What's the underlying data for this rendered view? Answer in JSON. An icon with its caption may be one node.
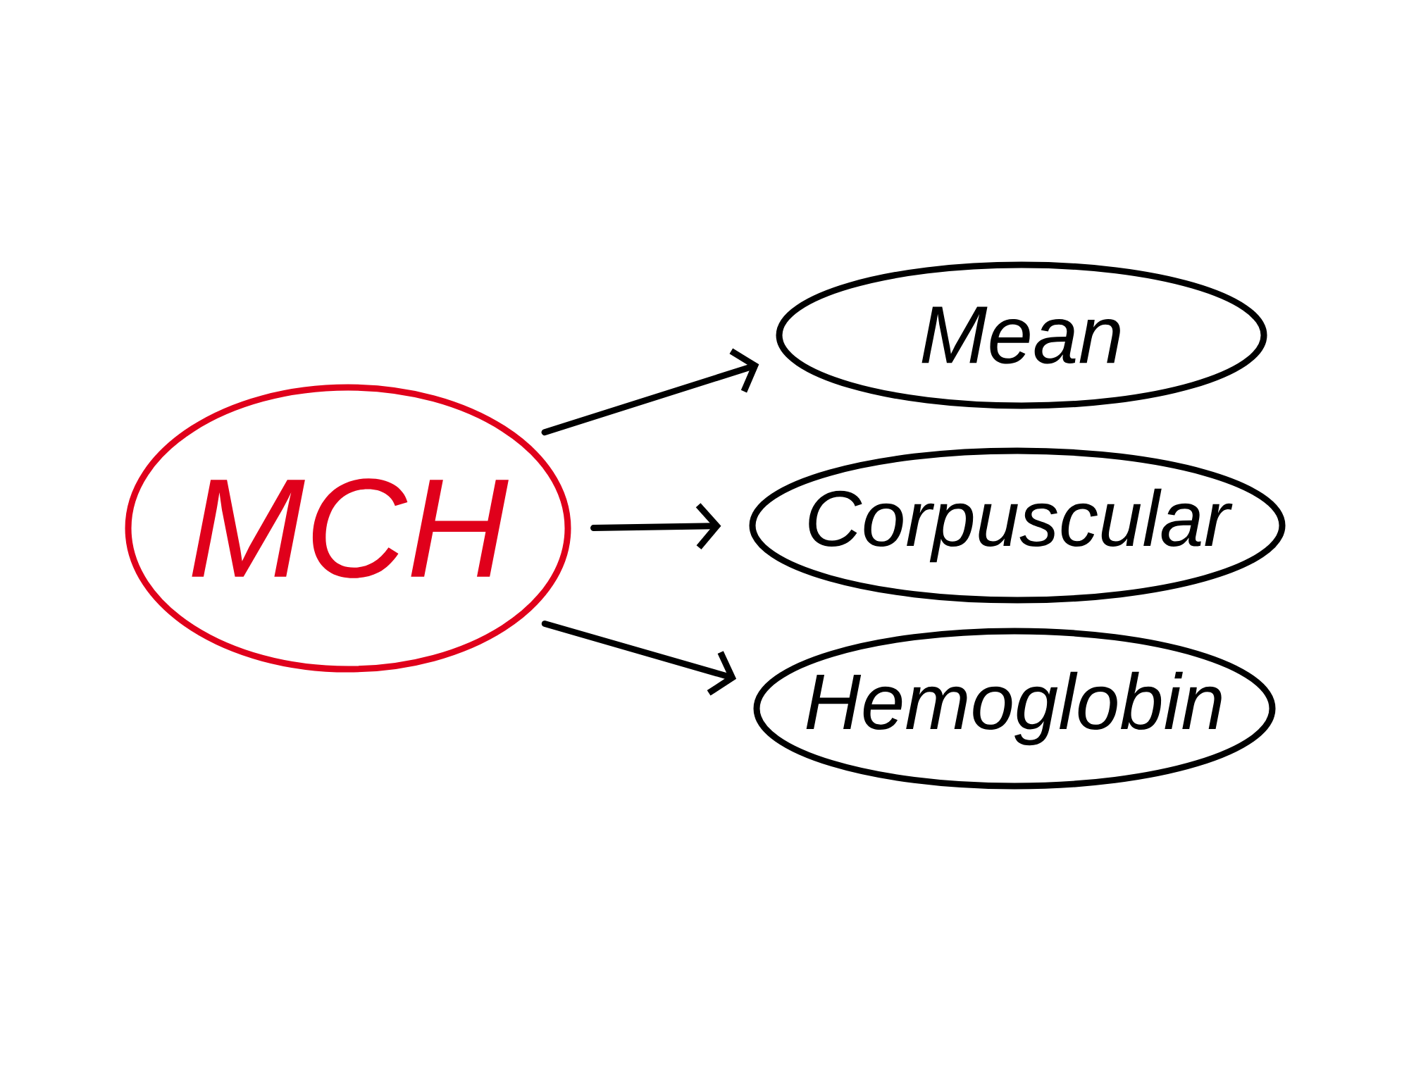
{
  "diagram": {
    "nodes": [
      {
        "text": [
          "MCH"
        ]
      },
      {
        "text": [
          "Mean"
        ]
      },
      {
        "text": [
          "Corpuscular"
        ]
      },
      {
        "text": [
          "Hemoglobin"
        ]
      }
    ],
    "edges": [
      {
        "from": 0,
        "to": 1,
        "arrow": "to"
      },
      {
        "from": 0,
        "to": 2,
        "arrow": "to"
      },
      {
        "from": 0,
        "to": 3,
        "arrow": "to"
      }
    ]
  }
}
